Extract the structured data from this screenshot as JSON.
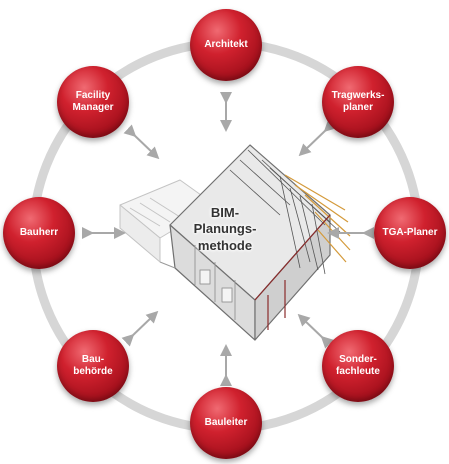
{
  "center": {
    "label": "BIM-\nPlanungs-\nmethode"
  },
  "nodes": [
    {
      "id": "architekt",
      "label": "Architekt"
    },
    {
      "id": "tragwerksplaner",
      "label": "Tragwerks-\nplaner"
    },
    {
      "id": "tga-planer",
      "label": "TGA-Planer"
    },
    {
      "id": "sonderfachleute",
      "label": "Sonder-\nfachleute"
    },
    {
      "id": "bauleiter",
      "label": "Bauleiter"
    },
    {
      "id": "baubehoerde",
      "label": "Bau-\nbehörde"
    },
    {
      "id": "bauherr",
      "label": "Bauherr"
    },
    {
      "id": "facility-manager",
      "label": "Facility\nManager"
    }
  ],
  "colors": {
    "node": "#c41a26",
    "ring": "#d6d6d6",
    "arrow": "#a8a8a8"
  }
}
